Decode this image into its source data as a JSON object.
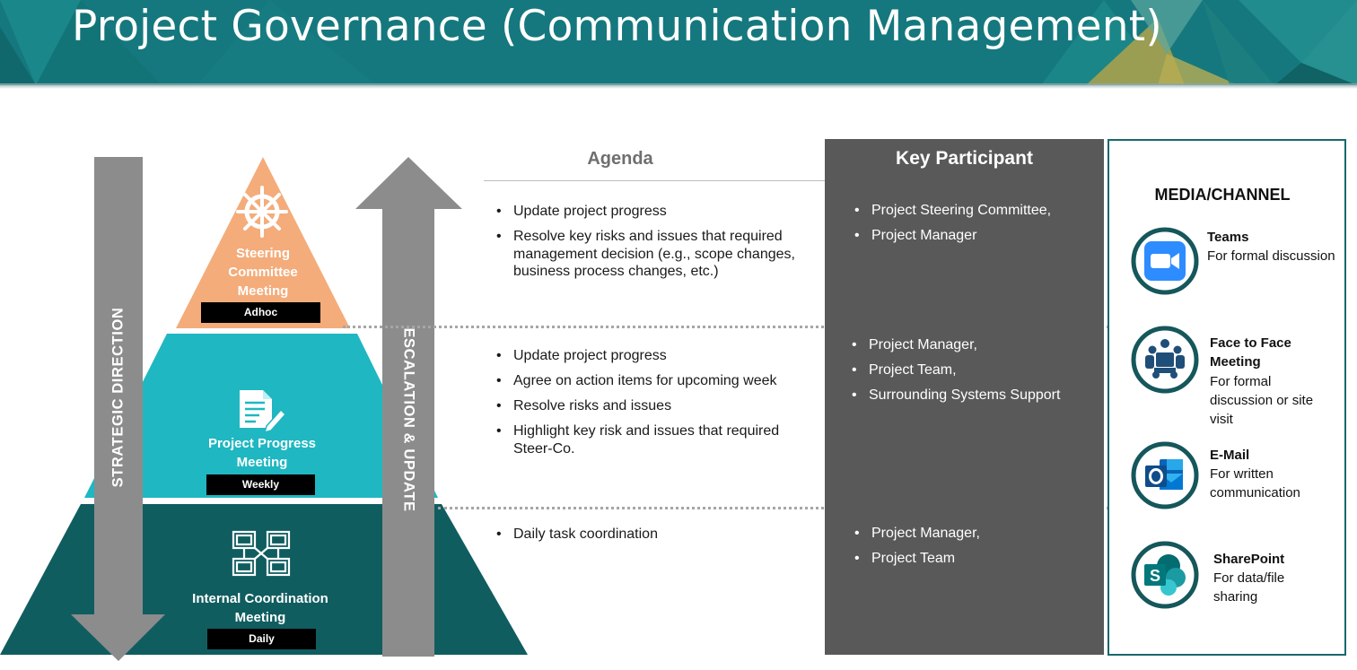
{
  "header": {
    "title": "Project Governance (Communication Management)"
  },
  "pyramid": {
    "left_arrow_label": "STRATEGIC DIRECTION",
    "right_arrow_label": "ESCALATION & UPDATE",
    "tiers": [
      {
        "name": "Steering Committee Meeting",
        "lines": [
          "Steering",
          "Committee",
          "Meeting"
        ],
        "frequency": "Adhoc",
        "icon": "helm-wheel-icon",
        "color": "#f4ac7b"
      },
      {
        "name": "Project Progress Meeting",
        "lines": [
          "Project Progress",
          "Meeting"
        ],
        "frequency": "Weekly",
        "icon": "document-edit-icon",
        "color": "#1fb7c1"
      },
      {
        "name": "Internal Coordination Meeting",
        "lines": [
          "Internal Coordination",
          "Meeting"
        ],
        "frequency": "Daily",
        "icon": "network-coordination-icon",
        "color": "#105d60"
      }
    ]
  },
  "agenda": {
    "heading": "Agenda",
    "rows": [
      [
        "Update project progress",
        "Resolve key risks and issues that required management decision (e.g., scope changes, business process changes, etc.)"
      ],
      [
        "Update project progress",
        "Agree on action items for upcoming week",
        "Resolve risks and issues",
        "Highlight key risk and issues that required Steer-Co."
      ],
      [
        "Daily task coordination"
      ]
    ]
  },
  "participants": {
    "heading": "Key Participant",
    "rows": [
      [
        "Project Steering Committee,",
        "Project Manager"
      ],
      [
        "Project Manager,",
        "Project Team,",
        "Surrounding Systems Support"
      ],
      [
        "Project Manager,",
        "Project Team"
      ]
    ]
  },
  "media": {
    "heading": "MEDIA/CHANNEL",
    "items": [
      {
        "title": "Teams",
        "desc": "For formal discussion",
        "icon": "video-camera-icon"
      },
      {
        "title": "Face to Face Meeting",
        "title_lines": [
          "Face to Face",
          "Meeting"
        ],
        "desc": "For formal discussion or site visit",
        "icon": "meeting-people-icon"
      },
      {
        "title": "E-Mail",
        "desc": "For written communication",
        "icon": "outlook-icon"
      },
      {
        "title": "SharePoint",
        "desc": "For data/file sharing",
        "icon": "sharepoint-icon"
      }
    ]
  },
  "colors": {
    "header": "#15787e",
    "steering": "#f4ac7b",
    "progress": "#1fb7c1",
    "internal": "#105d60",
    "arrow": "#8c8c8c",
    "participant_panel": "#595959",
    "media_border": "#18686c"
  }
}
